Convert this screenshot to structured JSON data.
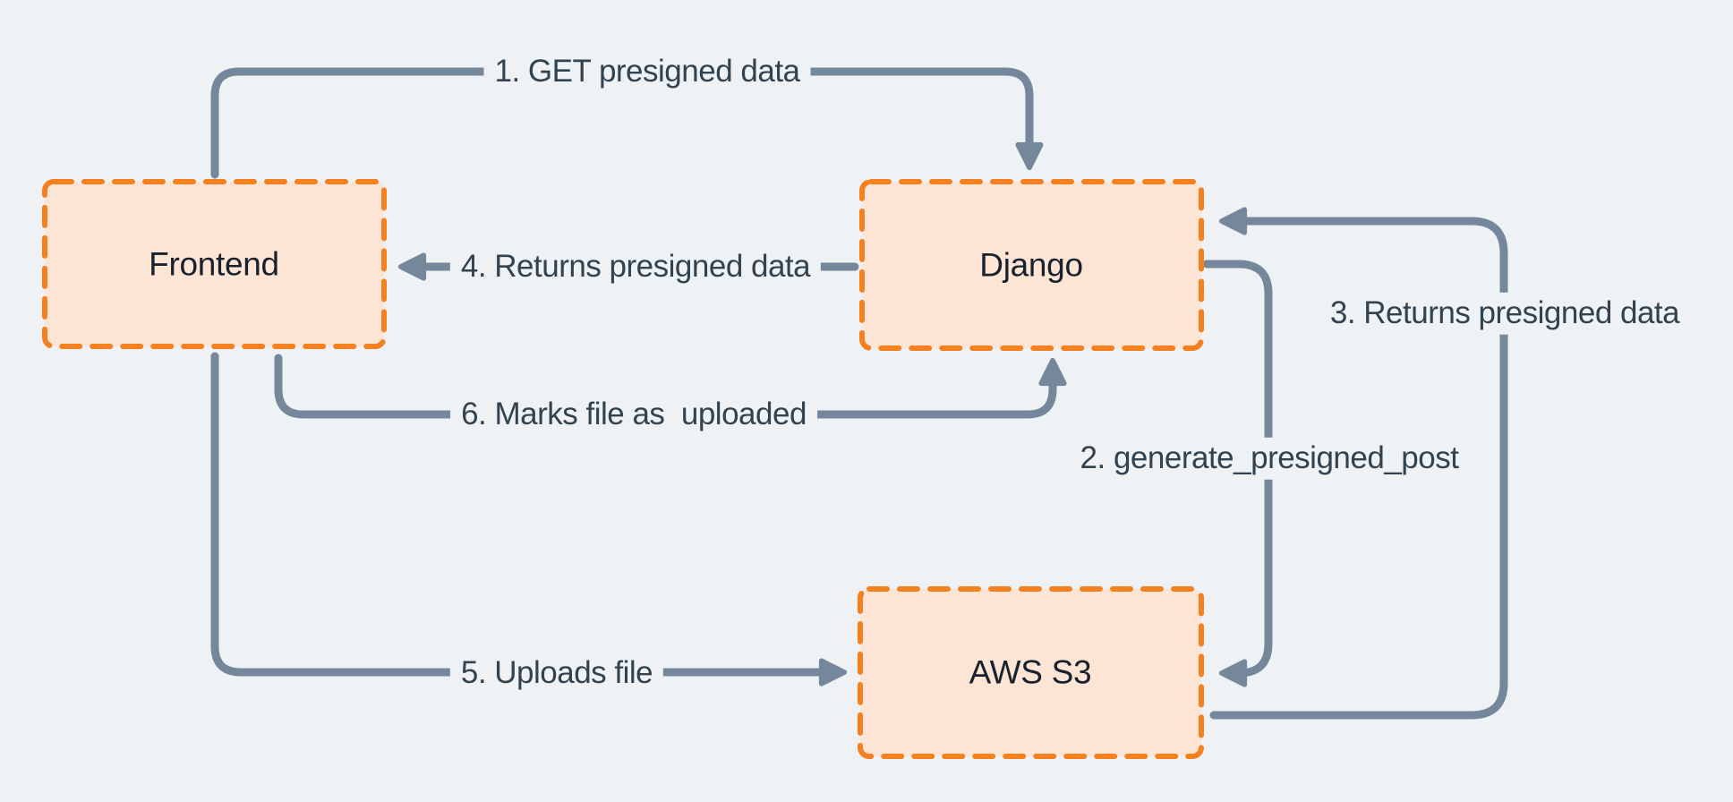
{
  "diagram": {
    "title_implied": "Presigned S3 upload flow",
    "nodes": [
      {
        "id": "frontend",
        "label": "Frontend"
      },
      {
        "id": "django",
        "label": "Django"
      },
      {
        "id": "aws-s3",
        "label": "AWS S3"
      }
    ],
    "edges": [
      {
        "step": 1,
        "label": "1. GET presigned data",
        "from": "frontend",
        "to": "django"
      },
      {
        "step": 2,
        "label": "2. generate_presigned_post",
        "from": "django",
        "to": "aws-s3"
      },
      {
        "step": 3,
        "label": "3. Returns presigned data",
        "from": "aws-s3",
        "to": "django"
      },
      {
        "step": 4,
        "label": "4. Returns presigned data",
        "from": "django",
        "to": "frontend"
      },
      {
        "step": 5,
        "label": "5. Uploads file",
        "from": "frontend",
        "to": "aws-s3"
      },
      {
        "step": 6,
        "label": "6. Marks file as  uploaded",
        "from": "frontend",
        "to": "django"
      }
    ],
    "colors": {
      "background": "#eef2f5",
      "node_fill": "#fce5d4",
      "node_border": "#f5801f",
      "edge_line": "#75879a",
      "edge_label_text": "#32424e",
      "node_label_text": "#18212d"
    }
  }
}
